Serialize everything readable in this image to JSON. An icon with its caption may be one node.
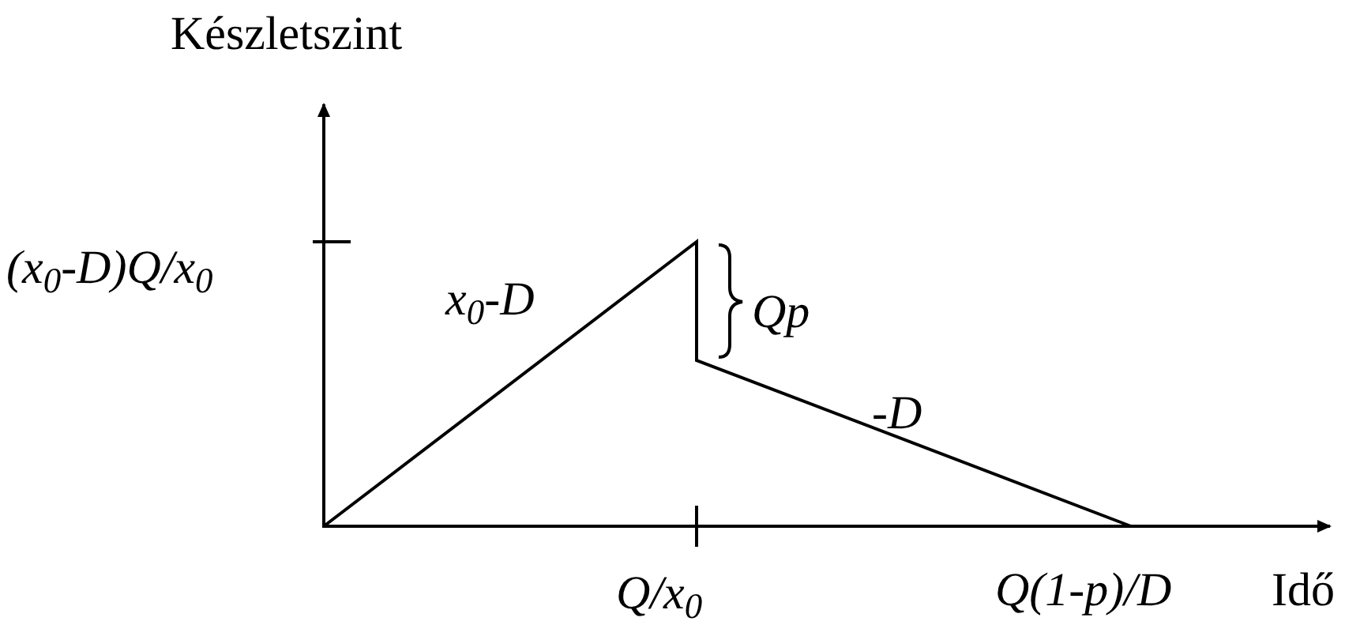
{
  "diagram": {
    "labels": [
      "Készletszint",
      "(x$_{0}$-D)Q/x$_{0}$",
      "x$_{0}$-D",
      "Qp",
      "-D",
      "Q/x$_{0}$",
      "Q(1-p)/D",
      "Idő"
    ]
  }
}
